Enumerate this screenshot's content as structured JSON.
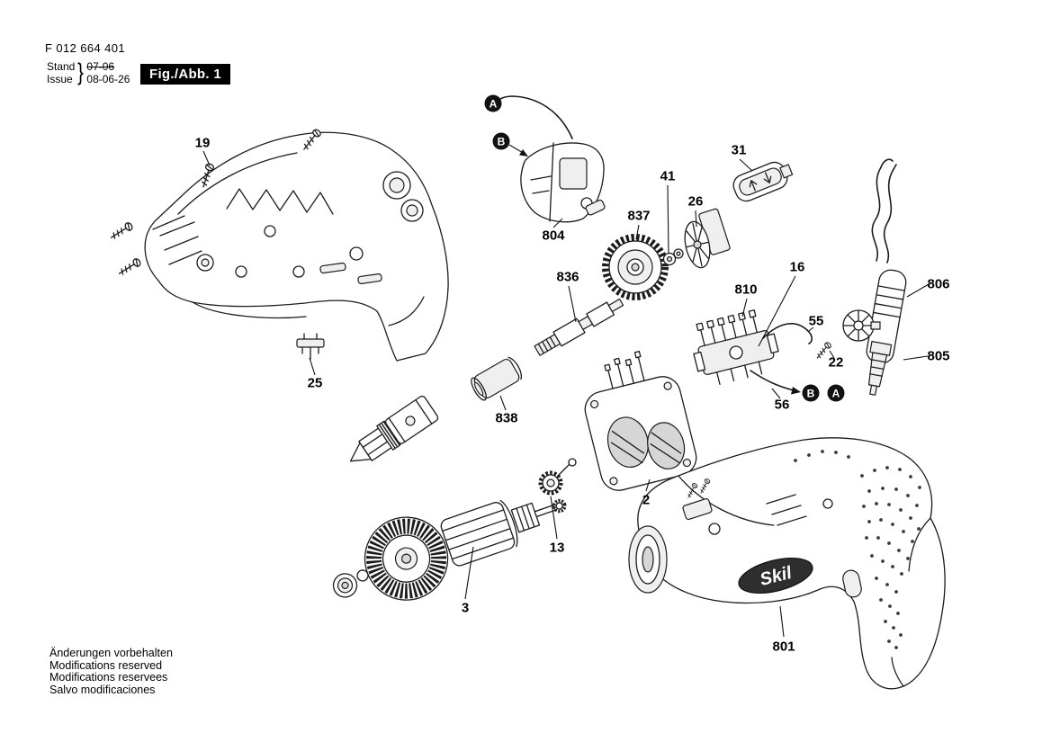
{
  "doc": {
    "part_number": "F 012 664 401",
    "stand_label": "Stand",
    "stand_value": "07-06",
    "issue_label": "Issue",
    "issue_value": "08-06-26",
    "brace": "}",
    "figure_label": "Fig./Abb. 1"
  },
  "footer": {
    "line1": "Änderungen vorbehalten",
    "line2": "Modifications reserved",
    "line3": "Modifications reservees",
    "line4": "Salvo modificaciones"
  },
  "diagram": {
    "housing_logo": "Skil"
  },
  "callouts": {
    "c19": "19",
    "c25": "25",
    "c804": "804",
    "c836": "836",
    "c837": "837",
    "c41": "41",
    "c26": "26",
    "c31": "31",
    "c810": "810",
    "c16": "16",
    "c55": "55",
    "c22": "22",
    "c806": "806",
    "c805": "805",
    "c56": "56",
    "c838": "838",
    "c2": "2",
    "c13": "13",
    "c3": "3",
    "c801": "801"
  },
  "markers": {
    "a": "A",
    "b": "B"
  }
}
